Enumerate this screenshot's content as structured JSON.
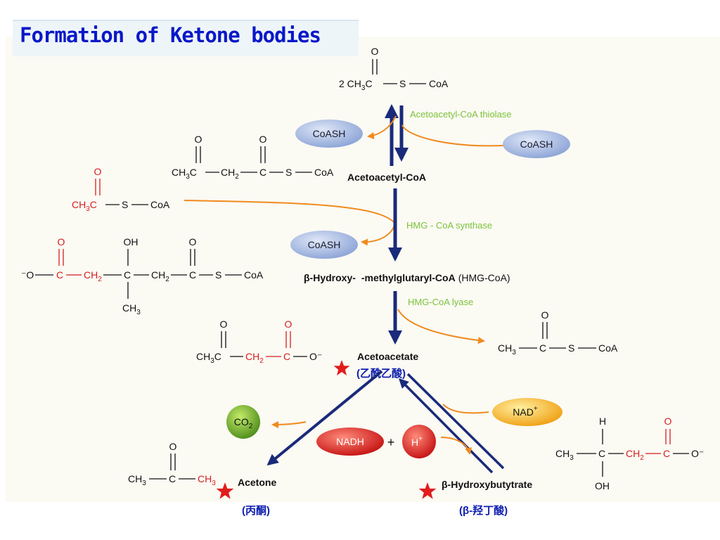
{
  "title": "Formation of Ketone bodies",
  "colors": {
    "title_blue": "#0a18c8",
    "pathway_arrow": "#1a2a7a",
    "orange_arrow": "#f08a1e",
    "enzyme_green": "#7cc23a",
    "formula_red": "#d41f1f",
    "chinese_blue": "#1020b0",
    "coash_blue": "#9db2df",
    "nad_yellow": "#f3b81c",
    "nadh_red": "#d81e1e",
    "co2_green": "#5a9f22",
    "star_red": "#e11c1c"
  },
  "enzymes": {
    "thiolase": "Acetoacetyl-CoA thiolase",
    "hmg_synthase": "HMG - CoA synthase",
    "hmg_lyase": "HMG-CoA lyase"
  },
  "compounds": {
    "acetyl_coa_pair": {
      "coef": "2 CH",
      "sub3": "3",
      "c": "C",
      "s": "S",
      "coa": "CoA",
      "o": "O"
    },
    "acetoacetyl_coa": {
      "name": "Acetoacetyl-CoA",
      "ch3c": "CH",
      "sub3": "3",
      "c": "C",
      "ch2": "CH",
      "sub2": "2",
      "s": "S",
      "coa": "CoA",
      "o": "O"
    },
    "acetyl_coa_red": {
      "ch3c": "CH",
      "sub3": "3",
      "c": "C",
      "s": "S",
      "coa": "CoA",
      "o": "O"
    },
    "hmg_coa": {
      "name_beta": "β-Hydroxy-",
      "name_rest": "-methylglutaryl-CoA",
      "name_abbr": "(HMG-CoA)",
      "o_minus": "⁻O",
      "c": "C",
      "ch2": "CH",
      "sub2": "2",
      "oh": "OH",
      "ch3": "CH",
      "sub3": "3",
      "s": "S",
      "coa": "CoA",
      "o": "O"
    },
    "acetoacetate": {
      "name": "Acetoacetate",
      "chinese": "(乙酰乙酸)",
      "ch3c": "CH",
      "sub3": "3",
      "c": "C",
      "ch2": "CH",
      "sub2": "2",
      "o_minus": "O⁻",
      "o": "O"
    },
    "acetyl_coa_released": {
      "ch3": "CH",
      "sub3": "3",
      "c": "C",
      "s": "S",
      "coa": "CoA",
      "o": "O"
    },
    "acetone": {
      "name": "Acetone",
      "chinese": "(丙酮)",
      "ch3": "CH",
      "sub3": "3",
      "c": "C",
      "o": "O"
    },
    "hydroxybutyrate": {
      "name": "β-Hydroxybutytrate",
      "chinese": "(β-羟丁酸)",
      "h": "H",
      "ch3": "CH",
      "sub3": "3",
      "c": "C",
      "ch2": "CH",
      "sub2": "2",
      "oh": "OH",
      "o_minus": "O⁻",
      "o": "O"
    }
  },
  "cofactors": {
    "coash": "CoASH",
    "co2": "CO",
    "co2_sub": "2",
    "nad": "NAD",
    "nad_sup": "+",
    "nadh": "NADH",
    "plus": "+",
    "h": "H",
    "h_sup": "+"
  }
}
